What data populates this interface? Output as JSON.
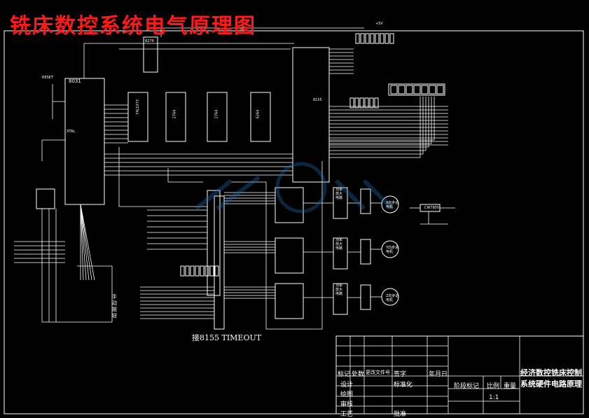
{
  "title": "铣床数控系统电气原理图",
  "note": "接8155 TIMEOUT",
  "chips": {
    "u1": "8031",
    "u2": "74LS373",
    "u3": "2764",
    "u4": "2764",
    "u5": "6264",
    "u6": "8155",
    "u7": "8279",
    "u8": "CW7805"
  },
  "components": {
    "xtal": "XTAL",
    "reset": "RESET",
    "vcc": "+5V",
    "side_text": "手动按钮",
    "amp_label": "功率放大电路"
  },
  "motors": {
    "x": "X向步进电机",
    "y": "Y向步进电机",
    "z": "Z向步进电机"
  },
  "title_block": {
    "row1": [
      "标记",
      "处数",
      "更改文件号",
      "签字",
      "年月日"
    ],
    "design": "设计",
    "standard": "标准化",
    "draw": "绘图",
    "check": "审核",
    "process": "工艺",
    "approve": "批准",
    "stage": "阶段标记",
    "weight": "重量",
    "scale": "比例",
    "scale_value": "1:1",
    "drawing_title_1": "经济数控铣床控制",
    "drawing_title_2": "系统硬件电路原理"
  },
  "colors": {
    "background": "#000000",
    "line": "#ffffff",
    "title": "#ff1a1a",
    "watermark": "#1f6fb5"
  }
}
